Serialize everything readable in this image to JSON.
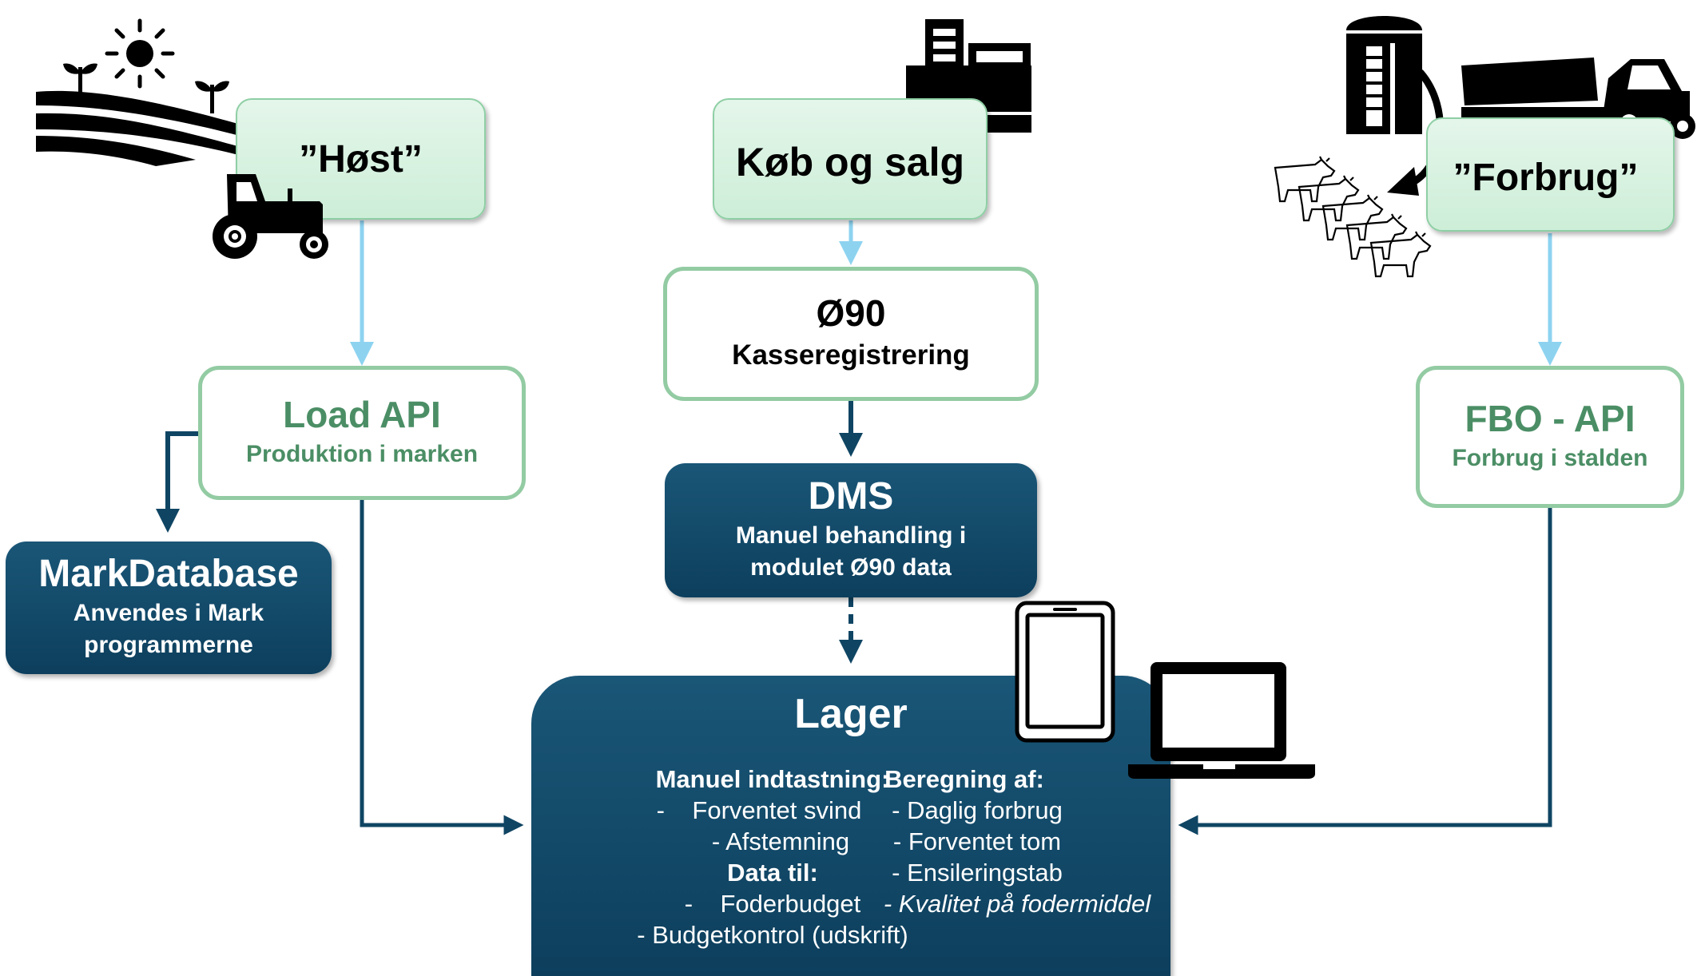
{
  "colors": {
    "green_fill": "#d5f1de",
    "green_border": "#93cba3",
    "green_text": "#4b8e65",
    "navy": "#0f4563",
    "arrow_light": "#8dd3f0",
    "arrow_dark": "#0f4563"
  },
  "sources": {
    "host": "”Høst”",
    "kob": "Køb og salg",
    "forbrug": "”Forbrug”"
  },
  "load_api": {
    "title": "Load API",
    "subtitle": "Produktion i marken"
  },
  "o90": {
    "title": "Ø90",
    "subtitle": "Kasseregistrering"
  },
  "fbo_api": {
    "title": "FBO - API",
    "subtitle": "Forbrug i stalden"
  },
  "dms": {
    "title": "DMS",
    "line1": "Manuel behandling i",
    "line2": "modulet Ø90 data"
  },
  "markdatabase": {
    "title": "MarkDatabase",
    "line1": "Anvendes i Mark",
    "line2": "programmerne"
  },
  "lager": {
    "title": "Lager",
    "left": {
      "heading1": "Manuel indtastning:",
      "item1": "-    Forventet svind",
      "item2": "- Afstemning",
      "heading2": "Data til:",
      "item3": "-    Foderbudget",
      "item4": "- Budgetkontrol (udskrift)"
    },
    "right": {
      "heading": "Beregning af:",
      "item1": "- Daglig forbrug",
      "item2": "- Forventet tom",
      "item3": "- Ensileringstab",
      "item4": "- Kvalitet på fodermiddel"
    }
  },
  "icons": [
    "sun-icon",
    "field-icon",
    "tractor-icon",
    "cash-register-icon",
    "silo-icon",
    "dump-truck-icon",
    "cows-icon",
    "tablet-icon",
    "laptop-icon"
  ]
}
